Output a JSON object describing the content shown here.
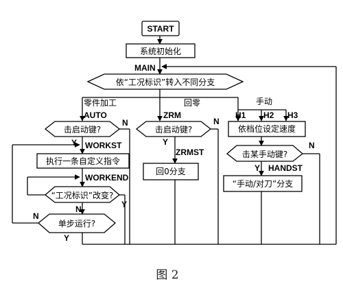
{
  "nodes": {
    "start": "START",
    "init": "系统初始化",
    "main_label": "MAIN",
    "dispatch": "依“工况标识”转入不同分支",
    "auto_start_check": "击启动键?",
    "exec_cmd": "执行一条自定义指令",
    "status_changed": "“工况标识”改变?",
    "single_step": "单步运行?",
    "zrm_start_check": "击启动键?",
    "zero_branch": "回0分支",
    "speed_by_gear": "依档位设定速度",
    "manual_key_check": "击某手动键?",
    "manual_branch": "“手动/对刀”分支"
  },
  "branches": {
    "part_processing": "零件加工",
    "return_zero": "回零",
    "manual": "手动"
  },
  "labels": {
    "auto": "AUTO",
    "workst": "WORKST",
    "workend": "WORKEND",
    "zrm": "ZRM",
    "zrmst": "ZRMST",
    "h1": "H1",
    "h2": "H2",
    "h3": "H3",
    "handst": "HANDST"
  },
  "answers": {
    "yes": "Y",
    "no": "N"
  },
  "caption": "图 2"
}
